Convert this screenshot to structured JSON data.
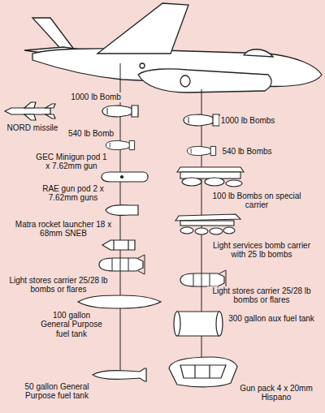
{
  "diagram": {
    "labels": [
      "1000 lb Bomb",
      "NORD missile",
      "1000 lb Bombs",
      "540 lb Bomb",
      "540 lb Bombs",
      "GEC Minigun pod 1 x 7.62mm gun",
      "RAE gun pod 2 x 7.62mm guns",
      "100 lb Bombs on special carrier",
      "Matra rocket launcher 18 x 68mm SNEB",
      "Light services bomb carrier with 25 lb bombs",
      "Light stores carrier 25/28 lb bombs or flares",
      "Light stores carrier 25/28 lb bombs or flares",
      "100 gallon General Purpose fuel tank",
      "300 gallon aux fuel tank",
      "50 gallon General Purpose fuel tank",
      "Gun pack 4 x 20mm Hispano"
    ]
  }
}
